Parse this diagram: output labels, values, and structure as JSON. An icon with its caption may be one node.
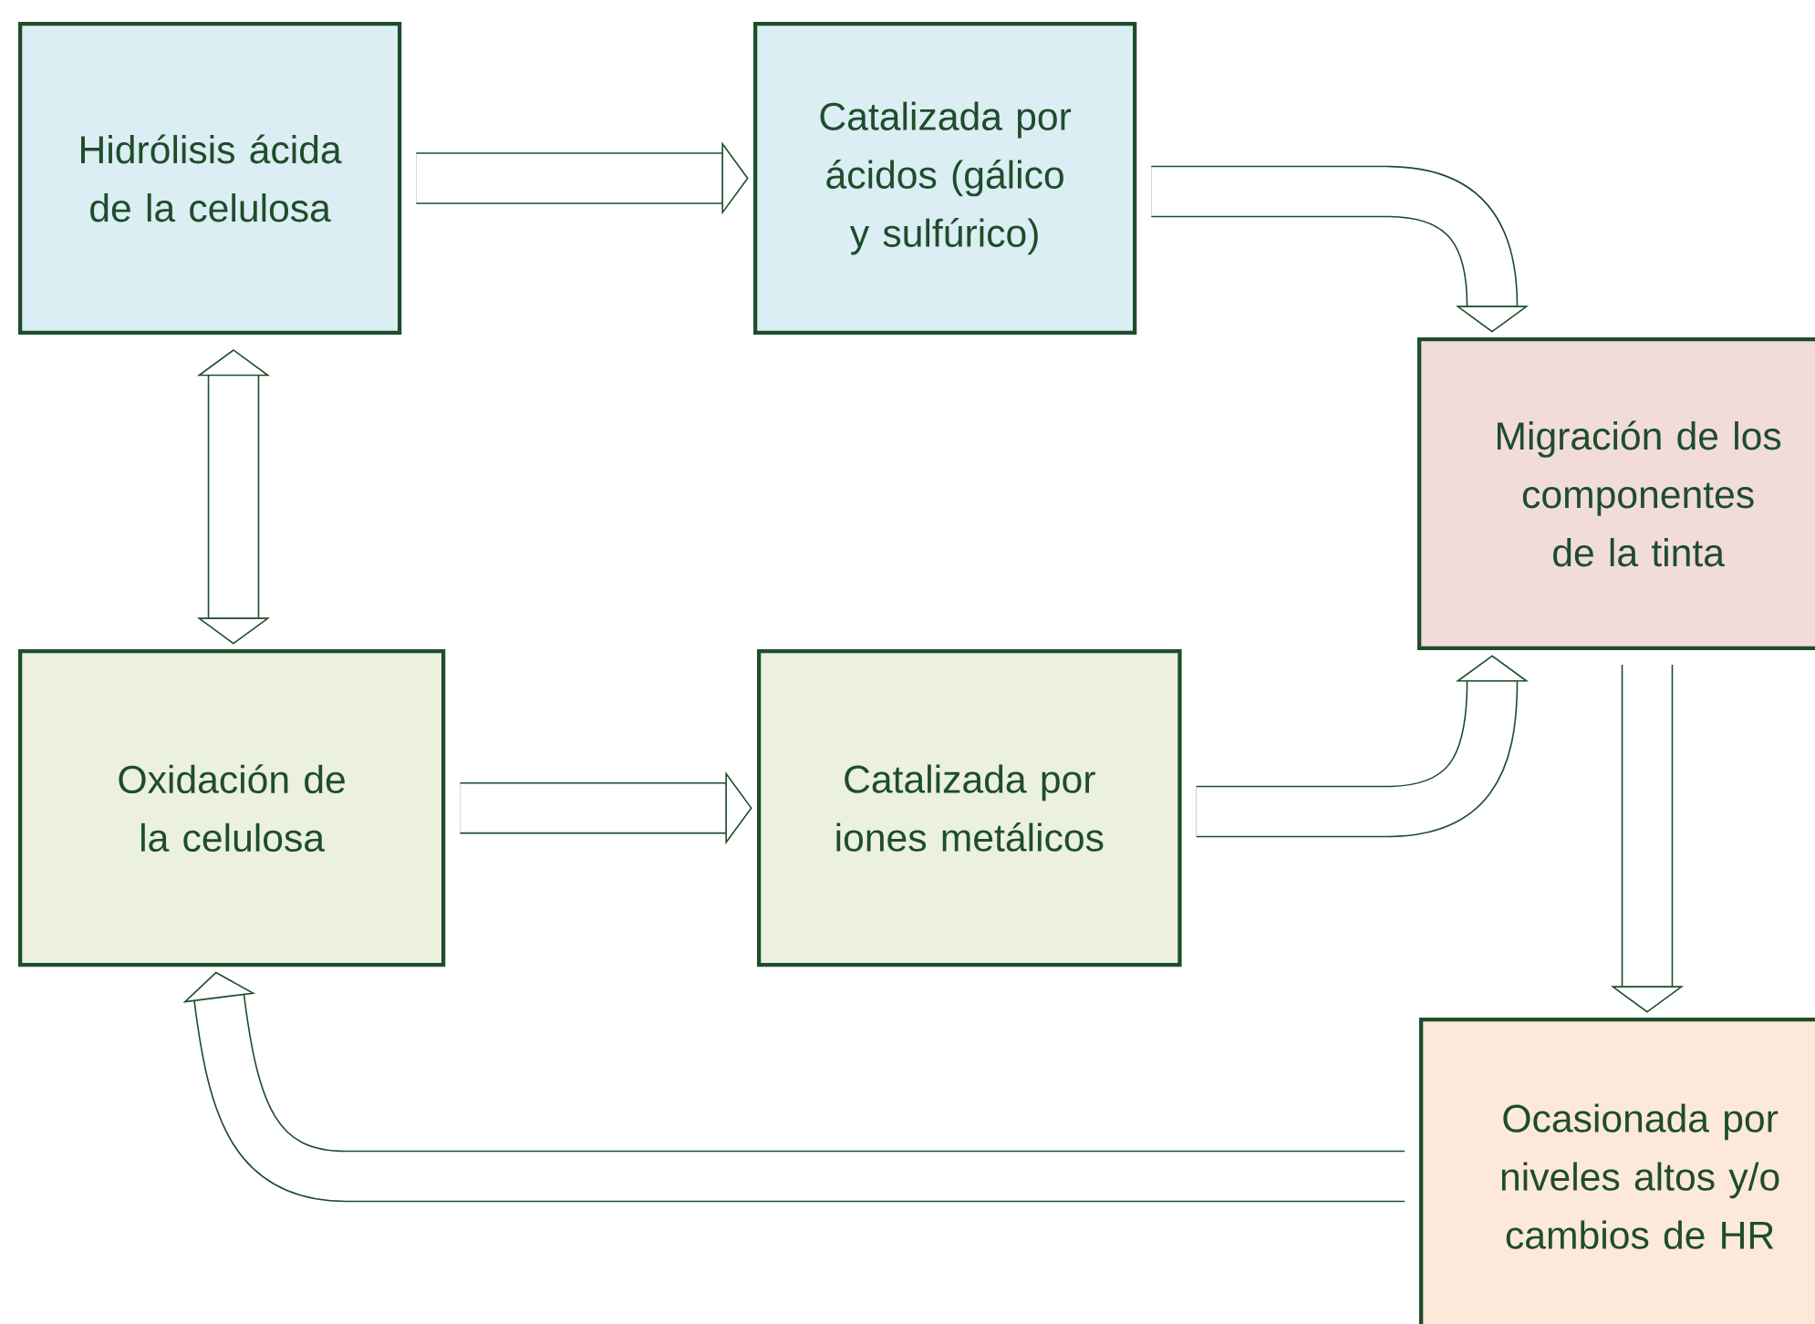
{
  "diagram": {
    "nodes": [
      {
        "text": [
          "Hidrólisis ácida de la celulosa"
        ]
      },
      {
        "text": [
          "Catalizada por ácidos (gálico y sulfúrico)"
        ]
      },
      {
        "text": [
          "Migración de los componentes de la tinta"
        ]
      },
      {
        "text": [
          "Oxidación de la celulosa"
        ]
      },
      {
        "text": [
          "Catalizada por iones metálicos"
        ]
      },
      {
        "text": [
          "Ocasionada por niveles altos y/o cambios de HR"
        ]
      }
    ],
    "edges": [
      {
        "from": 0,
        "to": 1,
        "arrow": "to"
      },
      {
        "from": 1,
        "to": 2,
        "arrow": "to"
      },
      {
        "from": 0,
        "to": 3,
        "arrow": "both"
      },
      {
        "from": 3,
        "to": 4,
        "arrow": "to"
      },
      {
        "from": 4,
        "to": 2,
        "arrow": "to"
      },
      {
        "from": 2,
        "to": 5,
        "arrow": "to"
      },
      {
        "from": 5,
        "to": 3,
        "arrow": "to"
      }
    ]
  }
}
